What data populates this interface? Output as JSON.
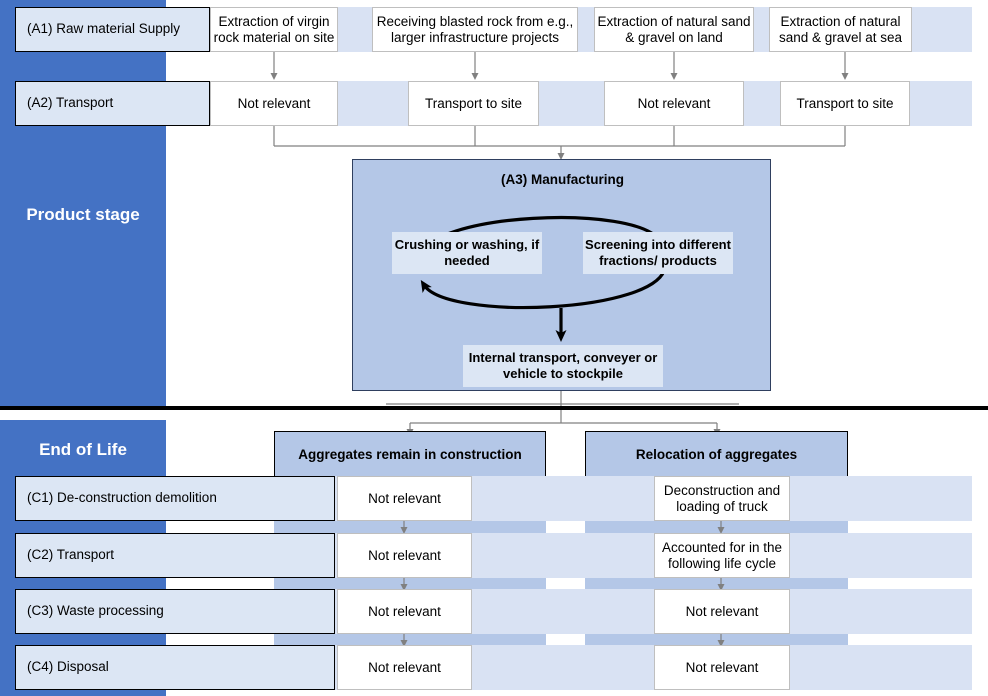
{
  "diagram": {
    "title": "Aggregates life cycle stages flow diagram",
    "colors": {
      "stage_band": "#4472C4",
      "band_light": "#D9E2F3",
      "band_mid": "#B4C7E7",
      "label_box": "#DCE6F4",
      "box_white": "#FFFFFF",
      "arrow": "#808080",
      "divider": "#000000"
    }
  },
  "stages": {
    "product": "Product stage",
    "end_of_life": "End of Life"
  },
  "rows": {
    "a1": {
      "label": "(A1) Raw material Supply",
      "cells": [
        "Extraction of virgin rock material on site",
        "Receiving blasted rock from e.g., larger infrastructure projects",
        "Extraction of natural sand & gravel on land",
        "Extraction of natural sand & gravel at sea"
      ]
    },
    "a2": {
      "label": "(A2) Transport",
      "cells": [
        "Not relevant",
        "Transport to site",
        "Not relevant",
        "Transport to site"
      ]
    },
    "c1": {
      "label": "(C1) De-construction demolition",
      "cells": [
        "Not relevant",
        "Deconstruction and loading of truck"
      ]
    },
    "c2": {
      "label": "(C2) Transport",
      "cells": [
        "Not relevant",
        "Accounted for in the following life cycle"
      ]
    },
    "c3": {
      "label": "(C3) Waste processing",
      "cells": [
        "Not relevant",
        "Not relevant"
      ]
    },
    "c4": {
      "label": "(C4) Disposal",
      "cells": [
        "Not relevant",
        "Not relevant"
      ]
    }
  },
  "manufacturing": {
    "title": "(A3) Manufacturing",
    "left_box": "Crushing or washing, if needed",
    "right_box": "Screening into different fractions/ products",
    "bottom_box": "Internal transport, conveyer or vehicle to stockpile"
  },
  "eol_headers": [
    "Aggregates remain in construction",
    "Relocation of aggregates"
  ]
}
